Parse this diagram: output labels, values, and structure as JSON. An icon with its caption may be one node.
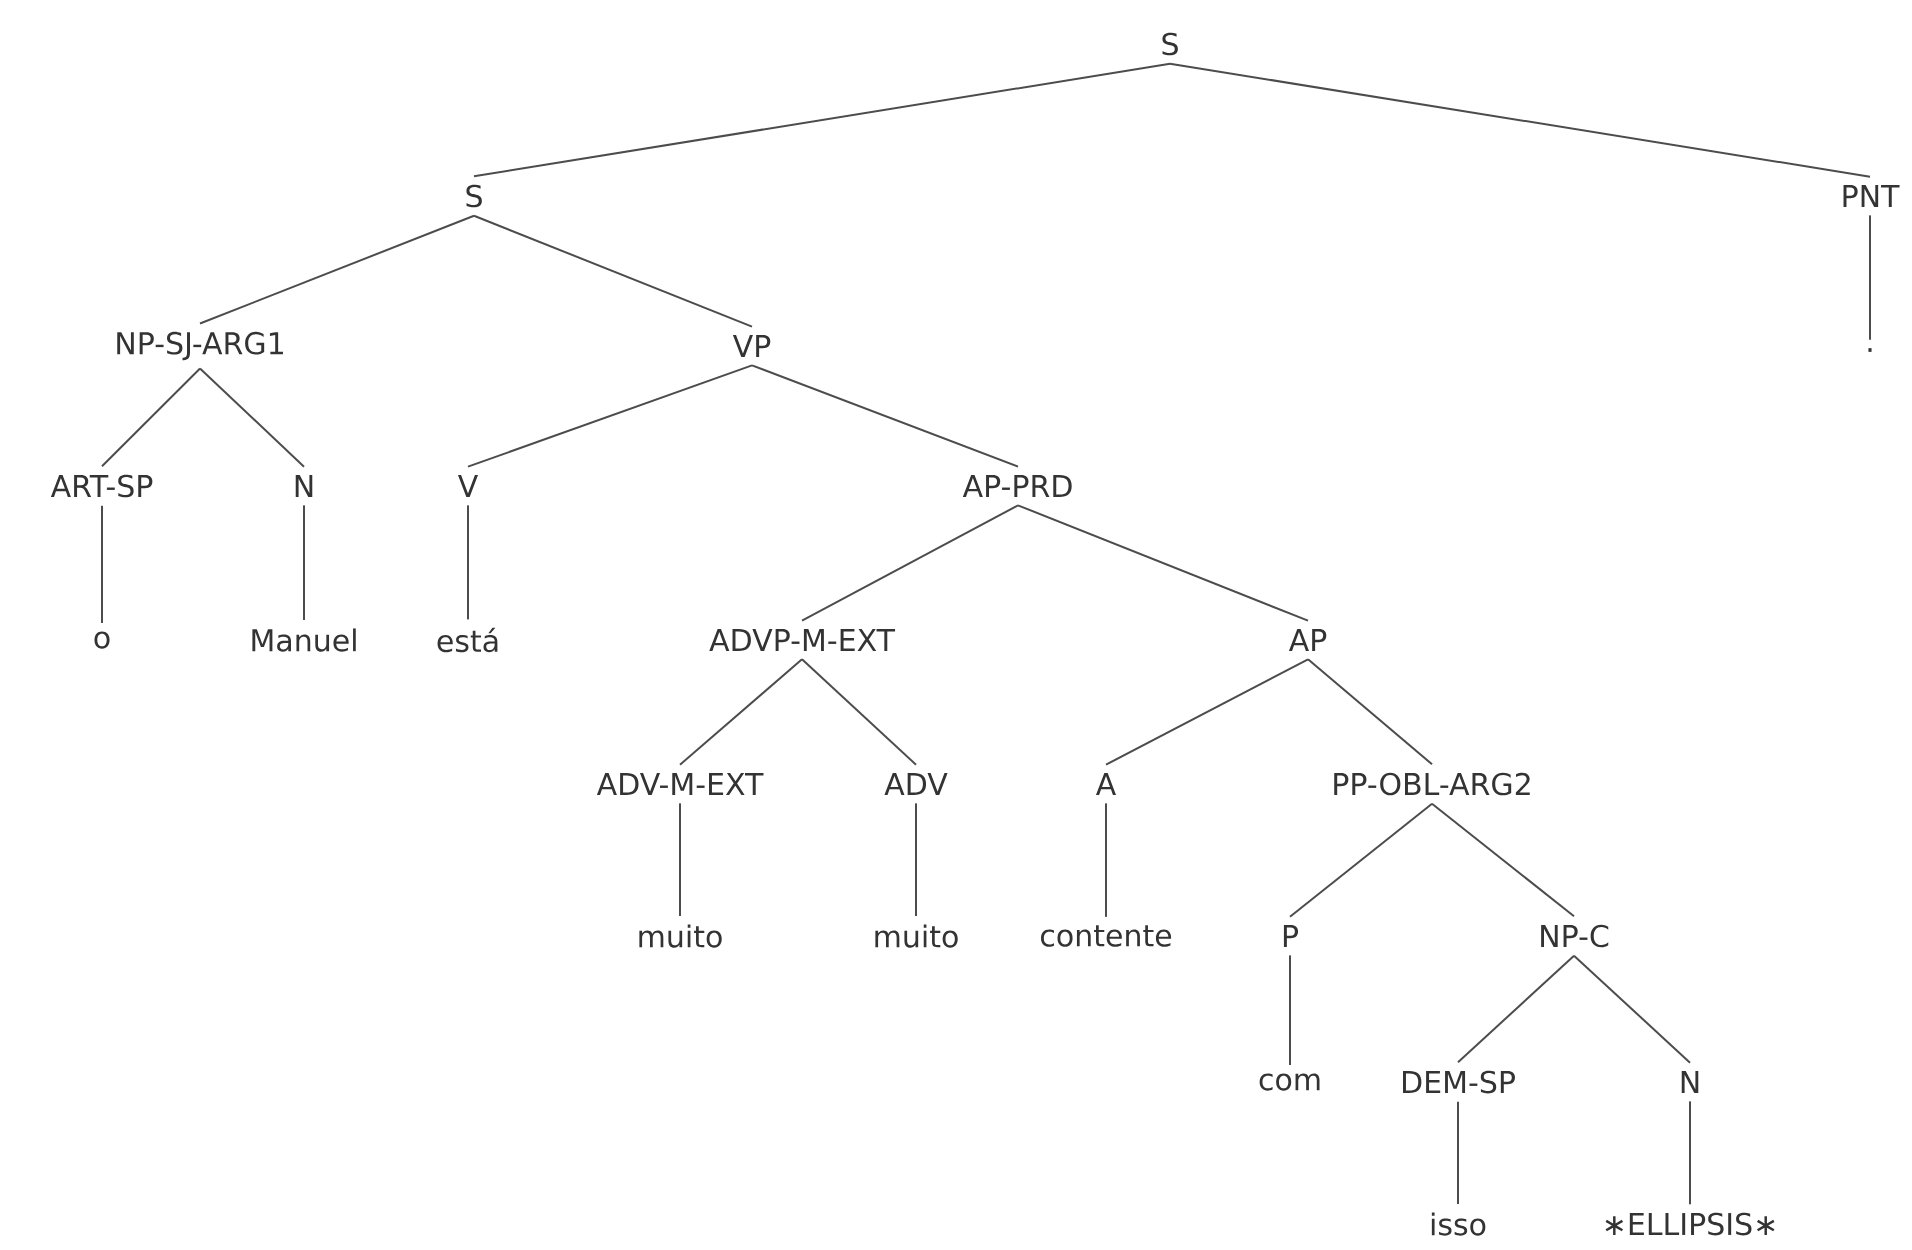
{
  "diagram": {
    "nodes": [
      {
        "text": [
          "S"
        ]
      },
      {
        "text": [
          "S"
        ]
      },
      {
        "text": [
          "PNT"
        ]
      },
      {
        "text": [
          "NP-SJ-ARG1"
        ]
      },
      {
        "text": [
          "VP"
        ]
      },
      {
        "text": [
          "."
        ]
      },
      {
        "text": [
          "ART-SP"
        ]
      },
      {
        "text": [
          "N"
        ]
      },
      {
        "text": [
          "V"
        ]
      },
      {
        "text": [
          "AP-PRD"
        ]
      },
      {
        "text": [
          "o"
        ]
      },
      {
        "text": [
          "Manuel"
        ]
      },
      {
        "text": [
          "está"
        ]
      },
      {
        "text": [
          "ADVP-M-EXT"
        ]
      },
      {
        "text": [
          "AP"
        ]
      },
      {
        "text": [
          "ADV-M-EXT"
        ]
      },
      {
        "text": [
          "ADV"
        ]
      },
      {
        "text": [
          "A"
        ]
      },
      {
        "text": [
          "PP-OBL-ARG2"
        ]
      },
      {
        "text": [
          "muito"
        ]
      },
      {
        "text": [
          "muito"
        ]
      },
      {
        "text": [
          "contente"
        ]
      },
      {
        "text": [
          "P"
        ]
      },
      {
        "text": [
          "NP-C"
        ]
      },
      {
        "text": [
          "com"
        ]
      },
      {
        "text": [
          "DEM-SP"
        ]
      },
      {
        "text": [
          "N"
        ]
      },
      {
        "text": [
          "isso"
        ]
      },
      {
        "text": [
          "∗ELLIPSIS∗"
        ]
      }
    ],
    "edges": [
      {
        "from": 0,
        "to": 1,
        "arrow": "none"
      },
      {
        "from": 0,
        "to": 2,
        "arrow": "none"
      },
      {
        "from": 1,
        "to": 3,
        "arrow": "none"
      },
      {
        "from": 1,
        "to": 4,
        "arrow": "none"
      },
      {
        "from": 2,
        "to": 5,
        "arrow": "none"
      },
      {
        "from": 3,
        "to": 6,
        "arrow": "none"
      },
      {
        "from": 3,
        "to": 7,
        "arrow": "none"
      },
      {
        "from": 4,
        "to": 8,
        "arrow": "none"
      },
      {
        "from": 4,
        "to": 9,
        "arrow": "none"
      },
      {
        "from": 6,
        "to": 10,
        "arrow": "none"
      },
      {
        "from": 7,
        "to": 11,
        "arrow": "none"
      },
      {
        "from": 8,
        "to": 12,
        "arrow": "none"
      },
      {
        "from": 9,
        "to": 13,
        "arrow": "none"
      },
      {
        "from": 9,
        "to": 14,
        "arrow": "none"
      },
      {
        "from": 13,
        "to": 15,
        "arrow": "none"
      },
      {
        "from": 13,
        "to": 16,
        "arrow": "none"
      },
      {
        "from": 14,
        "to": 17,
        "arrow": "none"
      },
      {
        "from": 14,
        "to": 18,
        "arrow": "none"
      },
      {
        "from": 15,
        "to": 19,
        "arrow": "none"
      },
      {
        "from": 16,
        "to": 20,
        "arrow": "none"
      },
      {
        "from": 17,
        "to": 21,
        "arrow": "none"
      },
      {
        "from": 18,
        "to": 22,
        "arrow": "none"
      },
      {
        "from": 18,
        "to": 23,
        "arrow": "none"
      },
      {
        "from": 22,
        "to": 24,
        "arrow": "none"
      },
      {
        "from": 23,
        "to": 25,
        "arrow": "none"
      },
      {
        "from": 23,
        "to": 26,
        "arrow": "none"
      },
      {
        "from": 25,
        "to": 27,
        "arrow": "none"
      },
      {
        "from": 26,
        "to": 28,
        "arrow": "none"
      }
    ]
  }
}
